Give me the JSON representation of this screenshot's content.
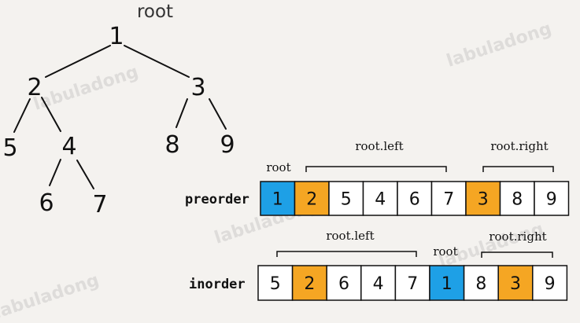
{
  "tree": {
    "root_caption": "root",
    "nodes": {
      "n1": "1",
      "n2": "2",
      "n3": "3",
      "n4": "4",
      "n5": "5",
      "n6": "6",
      "n7": "7",
      "n8": "8",
      "n9": "9"
    }
  },
  "preorder": {
    "label": "preorder",
    "cells": [
      "1",
      "2",
      "5",
      "4",
      "6",
      "7",
      "3",
      "8",
      "9"
    ],
    "root_label": "root",
    "left_label": "root.left",
    "right_label": "root.right"
  },
  "inorder": {
    "label": "inorder",
    "cells": [
      "5",
      "2",
      "6",
      "4",
      "7",
      "1",
      "8",
      "3",
      "9"
    ],
    "root_label": "root",
    "left_label": "root.left",
    "right_label": "root.right"
  },
  "watermark": "labuladong",
  "colors": {
    "root_cell": "#1ea0e6",
    "child_root_cell": "#f5a623",
    "plain_cell": "#ffffff",
    "stroke": "#111111",
    "background": "#f4f2ef"
  }
}
